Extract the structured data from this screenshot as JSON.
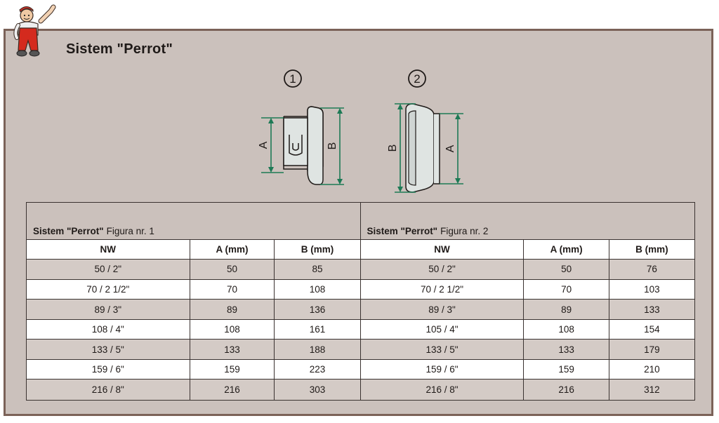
{
  "page": {
    "title": "Sistem \"Perrot\""
  },
  "figures": [
    {
      "number": "1",
      "dim_a": "A",
      "dim_b": "B"
    },
    {
      "number": "2",
      "dim_a": "A",
      "dim_b": "B"
    }
  ],
  "tables": [
    {
      "title_bold": "Sistem \"Perrot\"",
      "title_rest": "Figura nr. 1",
      "columns": [
        "NW",
        "A (mm)",
        "B (mm)"
      ],
      "rows": [
        [
          "50 / 2\"",
          "50",
          "85"
        ],
        [
          "70 / 2 1/2\"",
          "70",
          "108"
        ],
        [
          "89 / 3\"",
          "89",
          "136"
        ],
        [
          "108 / 4\"",
          "108",
          "161"
        ],
        [
          "133 / 5\"",
          "133",
          "188"
        ],
        [
          "159 / 6\"",
          "159",
          "223"
        ],
        [
          "216 / 8\"",
          "216",
          "303"
        ]
      ]
    },
    {
      "title_bold": "Sistem \"Perrot\"",
      "title_rest": "Figura nr. 2",
      "columns": [
        "NW",
        "A (mm)",
        "B (mm)"
      ],
      "rows": [
        [
          "50 / 2\"",
          "50",
          "76"
        ],
        [
          "70 / 2 1/2\"",
          "70",
          "103"
        ],
        [
          "89 / 3\"",
          "89",
          "133"
        ],
        [
          "105 / 4\"",
          "108",
          "154"
        ],
        [
          "133 / 5\"",
          "133",
          "179"
        ],
        [
          "159 / 6\"",
          "159",
          "210"
        ],
        [
          "216 / 8\"",
          "216",
          "312"
        ]
      ]
    }
  ],
  "colors": {
    "panel_bg": "#cbc1bc",
    "panel_border": "#7b6258",
    "dimension_arrow": "#1d7a55",
    "mascot_overall": "#d42a1e"
  }
}
